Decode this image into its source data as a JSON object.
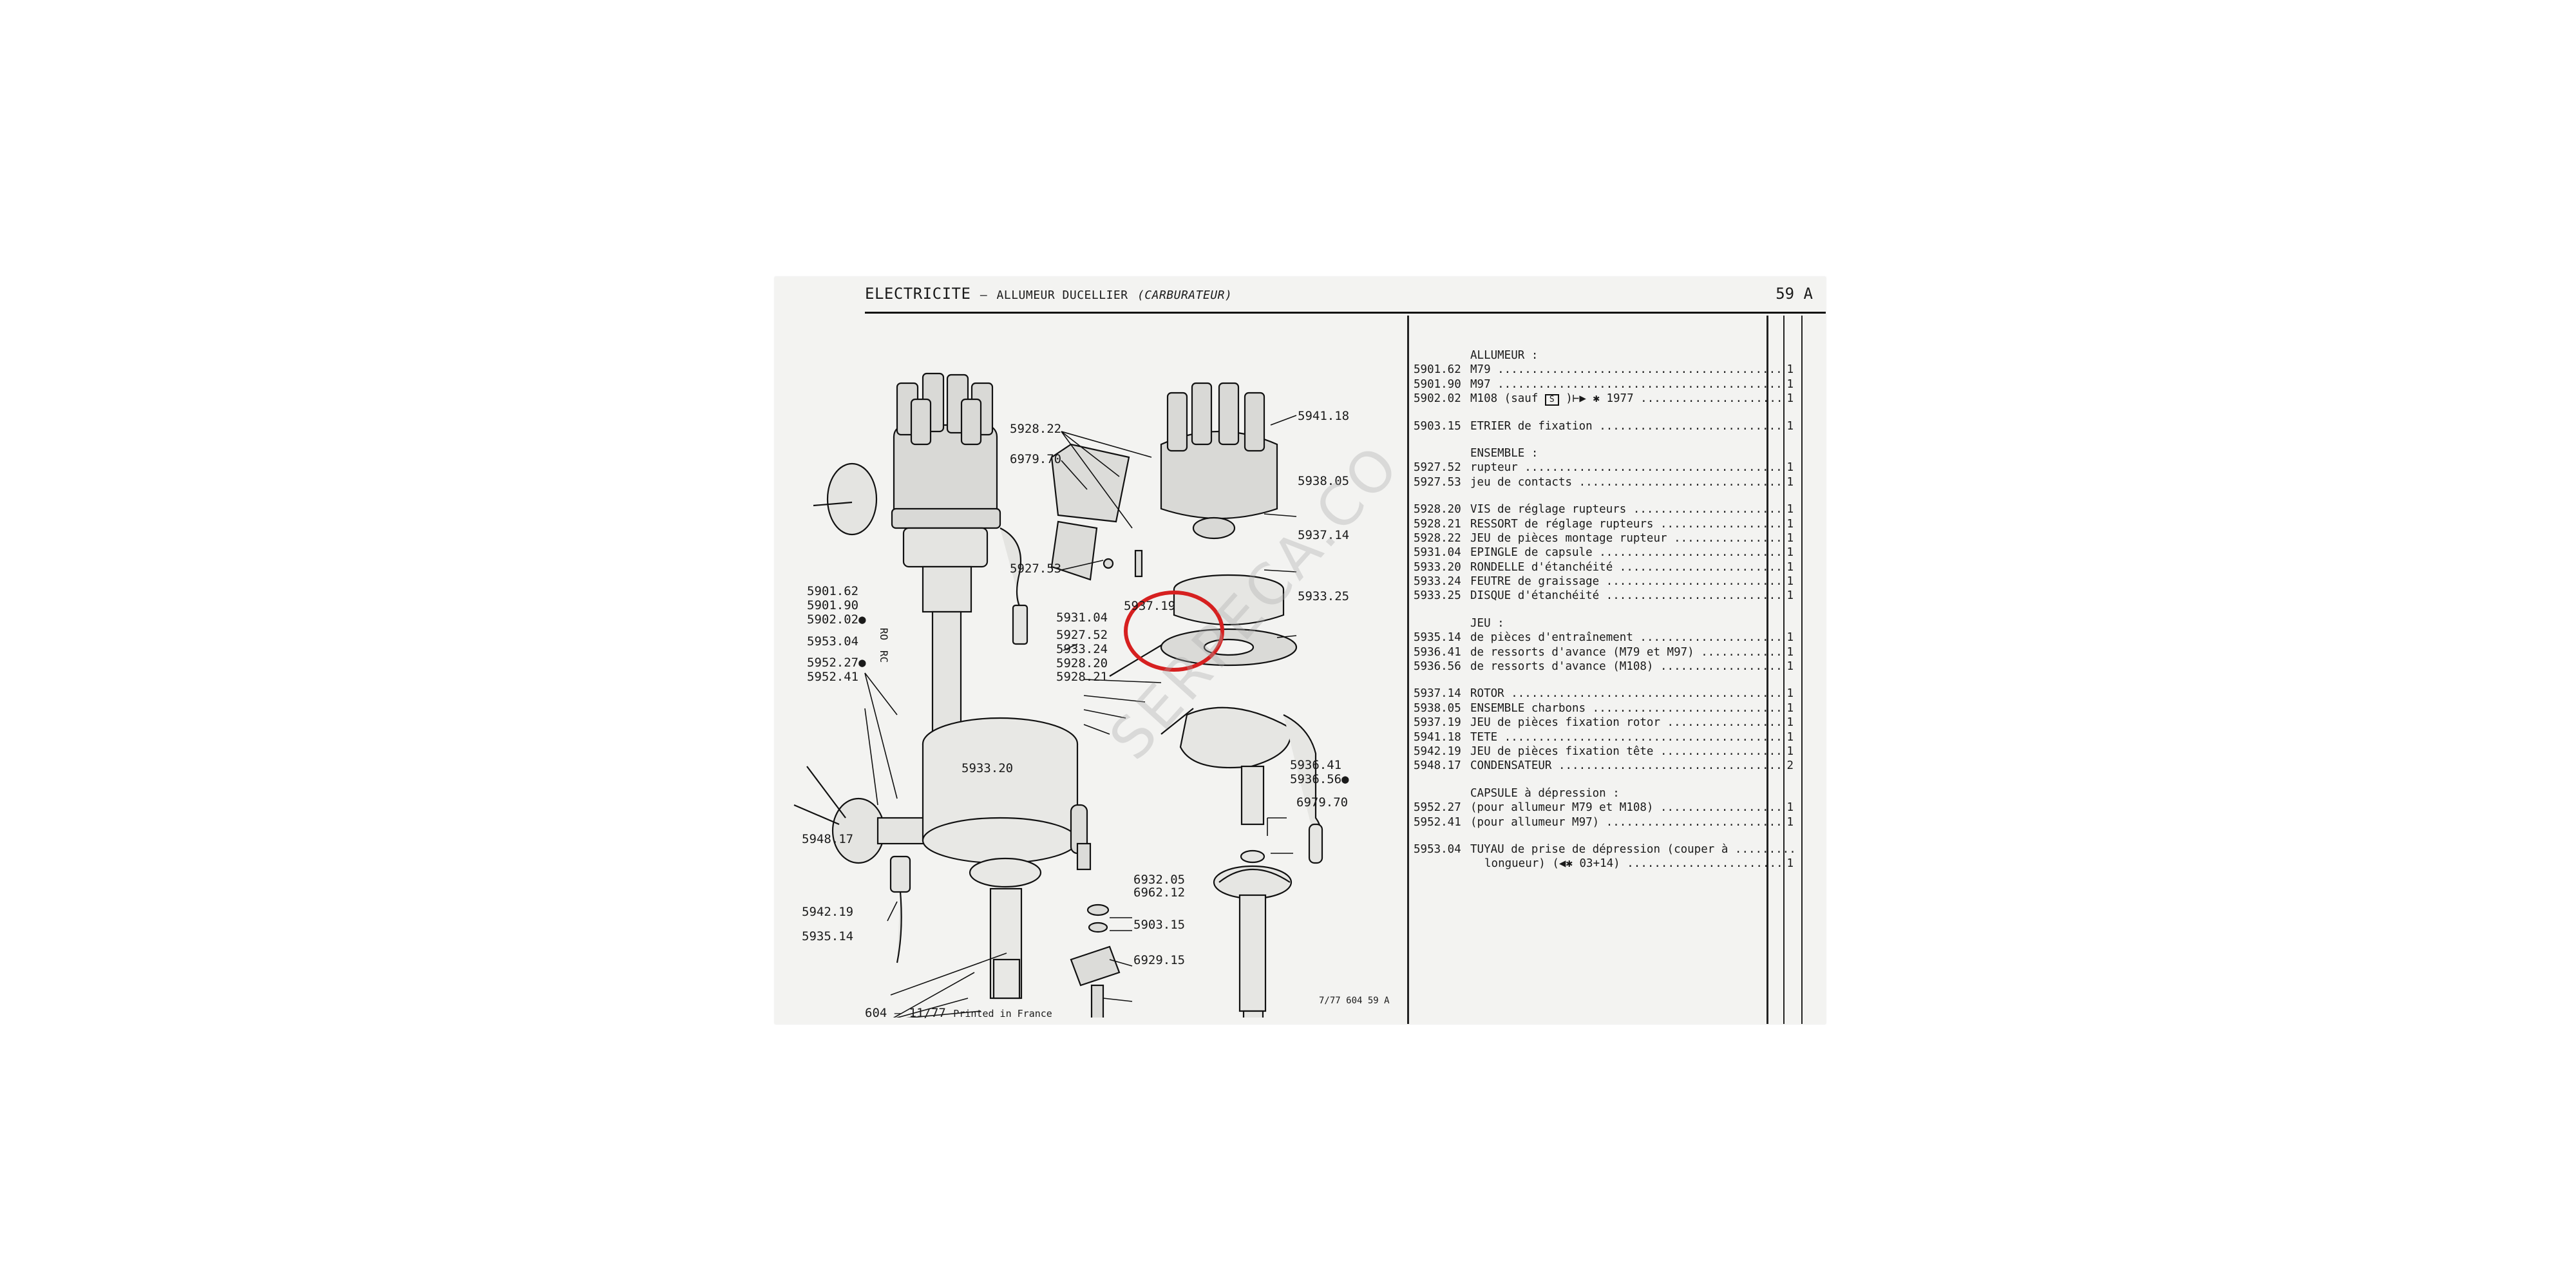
{
  "header": {
    "section": "ELECTRICITE",
    "dash": "–",
    "subsection": "ALLUMEUR DUCELLIER",
    "variant": "(CARBURATEUR)",
    "page": "59 A"
  },
  "callouts": [
    {
      "id": "c5928-22",
      "text": "5928.22"
    },
    {
      "id": "c6979-70a",
      "text": "6979.70"
    },
    {
      "id": "c5927-53",
      "text": "5927.53"
    },
    {
      "id": "c5937-19",
      "text": "5937.19"
    },
    {
      "id": "c5931-04",
      "text": "5931.04"
    },
    {
      "id": "c5927-52",
      "text": "5927.52"
    },
    {
      "id": "c5933-24",
      "text": "5933.24"
    },
    {
      "id": "c5928-20",
      "text": "5928.20"
    },
    {
      "id": "c5928-21",
      "text": "5928.21"
    },
    {
      "id": "c5941-18",
      "text": "5941.18"
    },
    {
      "id": "c5938-05",
      "text": "5938.05"
    },
    {
      "id": "c5937-14",
      "text": "5937.14"
    },
    {
      "id": "c5933-25",
      "text": "5933.25"
    },
    {
      "id": "c5901-62",
      "text": "5901.62"
    },
    {
      "id": "c5901-90",
      "text": "5901.90"
    },
    {
      "id": "c5902-02",
      "text": "5902.02●"
    },
    {
      "id": "c5953-04",
      "text": "5953.04"
    },
    {
      "id": "c5952-27",
      "text": "5952.27●"
    },
    {
      "id": "c5952-41",
      "text": "5952.41"
    },
    {
      "id": "c5933-20",
      "text": "5933.20"
    },
    {
      "id": "c5948-17",
      "text": "5948.17"
    },
    {
      "id": "c5942-19",
      "text": "5942.19"
    },
    {
      "id": "c5935-14",
      "text": "5935.14"
    },
    {
      "id": "c5936-41",
      "text": "5936.41"
    },
    {
      "id": "c5936-56",
      "text": "5936.56●"
    },
    {
      "id": "c6979-70b",
      "text": "6979.70"
    },
    {
      "id": "c6932-05",
      "text": "6932.05"
    },
    {
      "id": "c6962-12",
      "text": "6962.12"
    },
    {
      "id": "c5903-15",
      "text": "5903.15"
    },
    {
      "id": "c6929-15",
      "text": "6929.15"
    }
  ],
  "shaft_marks": [
    "RO",
    "RC"
  ],
  "watermark": "SERPECA.CO",
  "parts_list": {
    "allumeur_heading": "ALLUMEUR :",
    "allumeur": [
      {
        "ref": "5901.62",
        "desc": "M79",
        "qty": "1"
      },
      {
        "ref": "5901.90",
        "desc": "M97",
        "qty": "1"
      },
      {
        "ref": "5902.02",
        "desc_pre": "M108 (sauf ",
        "badge": "S",
        "desc_post": " )⊢▶ ✱ 1977",
        "qty": "1"
      }
    ],
    "etrier": {
      "ref": "5903.15",
      "desc": "ETRIER de fixation",
      "qty": "1"
    },
    "ensemble_heading": "ENSEMBLE :",
    "ensemble": [
      {
        "ref": "5927.52",
        "desc": "rupteur",
        "qty": "1"
      },
      {
        "ref": "5927.53",
        "desc": "jeu de contacts",
        "qty": "1"
      }
    ],
    "group2": [
      {
        "ref": "5928.20",
        "desc": "VIS de réglage rupteurs",
        "qty": "1"
      },
      {
        "ref": "5928.21",
        "desc": "RESSORT de réglage rupteurs",
        "qty": "1"
      },
      {
        "ref": "5928.22",
        "desc": "JEU de pièces montage rupteur",
        "qty": "1"
      },
      {
        "ref": "5931.04",
        "desc": "EPINGLE de capsule",
        "qty": "1"
      },
      {
        "ref": "5933.20",
        "desc": "RONDELLE d'étanchéité",
        "qty": "1"
      },
      {
        "ref": "5933.24",
        "desc": "FEUTRE de graissage",
        "qty": "1"
      },
      {
        "ref": "5933.25",
        "desc": "DISQUE d'étanchéité",
        "qty": "1"
      }
    ],
    "jeu_heading": "JEU :",
    "jeu": [
      {
        "ref": "5935.14",
        "desc": "de pièces d'entraînement",
        "qty": "1"
      },
      {
        "ref": "5936.41",
        "desc": "de ressorts d'avance (M79 et M97)",
        "qty": "1"
      },
      {
        "ref": "5936.56",
        "desc": "de ressorts d'avance (M108)",
        "qty": "1"
      }
    ],
    "group3": [
      {
        "ref": "5937.14",
        "desc": "ROTOR",
        "qty": "1"
      },
      {
        "ref": "5938.05",
        "desc": "ENSEMBLE charbons",
        "qty": "1"
      },
      {
        "ref": "5937.19",
        "desc": "JEU de pièces fixation rotor",
        "qty": "1"
      },
      {
        "ref": "5941.18",
        "desc": "TETE",
        "qty": "1"
      },
      {
        "ref": "5942.19",
        "desc": "JEU de pièces fixation tête",
        "qty": "1"
      },
      {
        "ref": "5948.17",
        "desc": "CONDENSATEUR",
        "qty": "2"
      }
    ],
    "capsule_heading": "CAPSULE à dépression :",
    "capsule": [
      {
        "ref": "5952.27",
        "desc": "(pour allumeur M79 et M108)",
        "qty": "1"
      },
      {
        "ref": "5952.41",
        "desc": "(pour allumeur M97)",
        "qty": "1"
      }
    ],
    "tuyau": {
      "ref": "5953.04",
      "line1": "TUYAU de prise de dépression (couper à",
      "line2": "longueur) (◀✱ 03+14)",
      "qty": "1"
    }
  },
  "footer": {
    "left_code": "604 – 11/77",
    "left_print": "Printed in France",
    "right_code": "7/77 604  59 A"
  }
}
